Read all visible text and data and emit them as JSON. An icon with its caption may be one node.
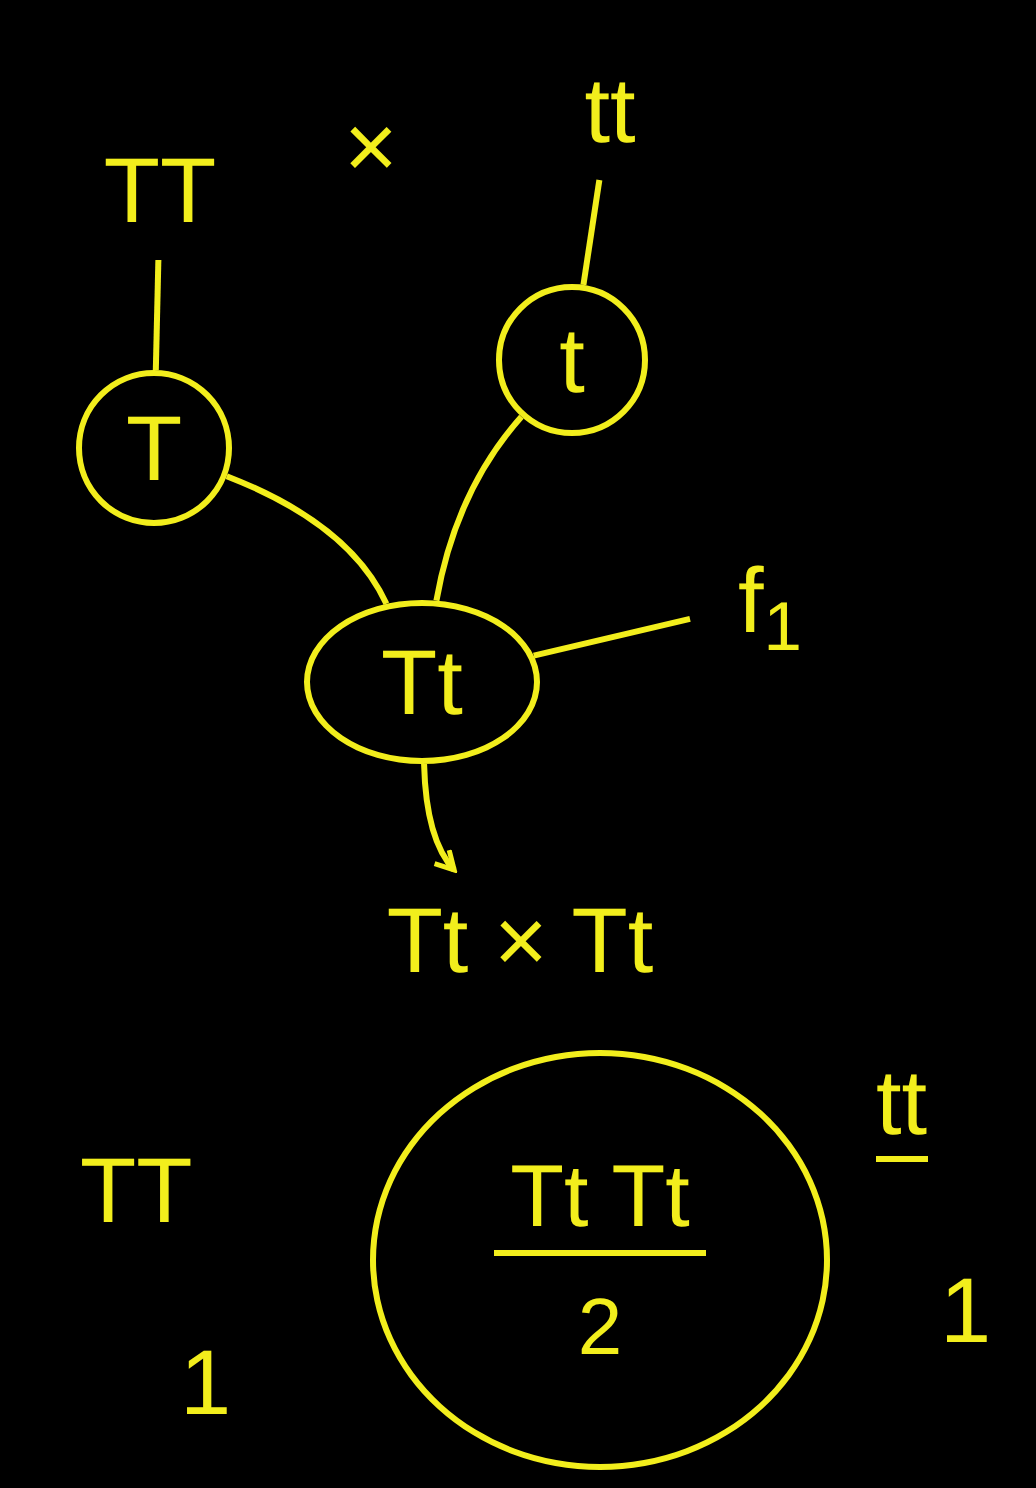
{
  "diagram": {
    "nodes": [
      {
        "text": [
          "TT"
        ]
      },
      {
        "text": [
          "tt"
        ]
      },
      {
        "text": [
          "T"
        ]
      },
      {
        "text": [
          "t"
        ]
      },
      {
        "text": [
          "Tt"
        ]
      },
      {
        "text": [
          "f$_{1}$"
        ]
      },
      {
        "text": [
          "Tt × Tt"
        ]
      },
      {
        "text": [
          "Tt Tt",
          "2"
        ]
      }
    ],
    "edges": [
      {
        "from": 0,
        "to": 2,
        "arrow": "none"
      },
      {
        "from": 1,
        "to": 3,
        "arrow": "none"
      },
      {
        "from": 2,
        "to": 4,
        "arrow": "none"
      },
      {
        "from": 3,
        "to": 4,
        "arrow": "none"
      },
      {
        "from": 4,
        "to": 6,
        "arrow": "to"
      },
      {
        "from": 4,
        "to": 5,
        "arrow": "none"
      }
    ],
    "labels": [
      "×",
      "TT",
      "1",
      "tt",
      "1"
    ]
  }
}
